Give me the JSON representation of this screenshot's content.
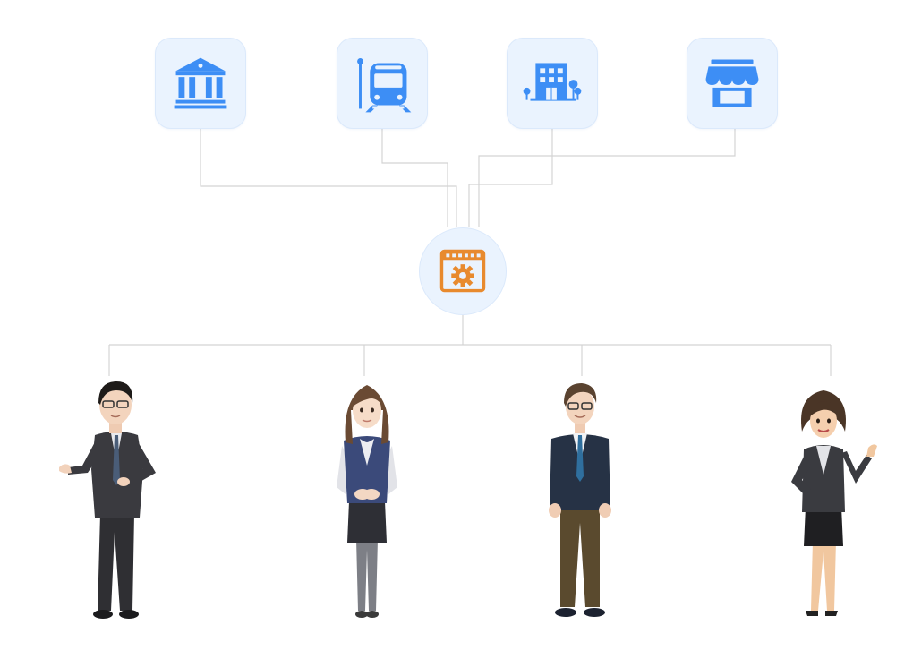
{
  "diagram": {
    "hub": {
      "icon": "settings-window-icon",
      "color": "#e88a2e"
    },
    "services": [
      {
        "id": "bank",
        "icon": "bank-icon"
      },
      {
        "id": "transit",
        "icon": "train-icon"
      },
      {
        "id": "office",
        "icon": "office-building-icon"
      },
      {
        "id": "store",
        "icon": "storefront-icon"
      }
    ],
    "people": [
      {
        "id": "businessman-presenting",
        "icon": "businessman-icon"
      },
      {
        "id": "businesswoman-standing",
        "icon": "businesswoman-icon"
      },
      {
        "id": "businessman-glasses",
        "icon": "businessman-icon"
      },
      {
        "id": "businesswoman-gesturing",
        "icon": "businesswoman-icon"
      }
    ],
    "colors": {
      "icon_blue": "#3d8ef5",
      "tile_bg": "#eaf3fe",
      "connector": "#d2d2d2",
      "hub_accent": "#e88a2e"
    }
  }
}
